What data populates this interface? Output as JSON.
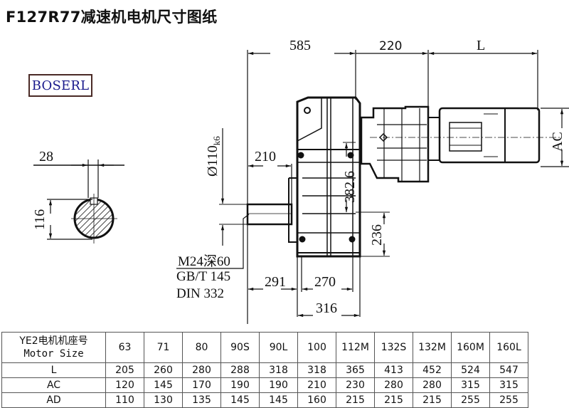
{
  "title": "F127R77减速机电机尺寸图纸",
  "brand": "BOSERL",
  "drawing": {
    "dimensions": {
      "overall_gear_length": "585",
      "adapter_length": "220",
      "motor_length": "L",
      "motor_height": "AC",
      "shaft_width": "28",
      "shaft_height": "116",
      "shaft_diameter": "Ø110",
      "shaft_diameter_tolerance": "k6",
      "shaft_length": "210",
      "center_height": "382.6",
      "foot_height": "236",
      "shaft_to_flange": "291",
      "foot_spacing": "270",
      "foot_overall": "316"
    },
    "notes": {
      "thread": "M24深60",
      "standard_gb": "GB/T 145",
      "standard_din": "DIN 332"
    }
  },
  "table": {
    "header_zh": "YE2电机机座号",
    "header_en": "Motor Size",
    "sizes": [
      "63",
      "71",
      "80",
      "90S",
      "90L",
      "100",
      "112M",
      "132S",
      "132M",
      "160M",
      "160L"
    ],
    "rows": [
      {
        "label": "L",
        "values": [
          "205",
          "260",
          "280",
          "288",
          "318",
          "318",
          "365",
          "413",
          "452",
          "524",
          "547"
        ]
      },
      {
        "label": "AC",
        "values": [
          "120",
          "145",
          "170",
          "190",
          "190",
          "210",
          "230",
          "280",
          "280",
          "315",
          "315"
        ]
      },
      {
        "label": "AD",
        "values": [
          "110",
          "130",
          "135",
          "145",
          "145",
          "160",
          "215",
          "215",
          "215",
          "255",
          "255"
        ]
      }
    ]
  }
}
